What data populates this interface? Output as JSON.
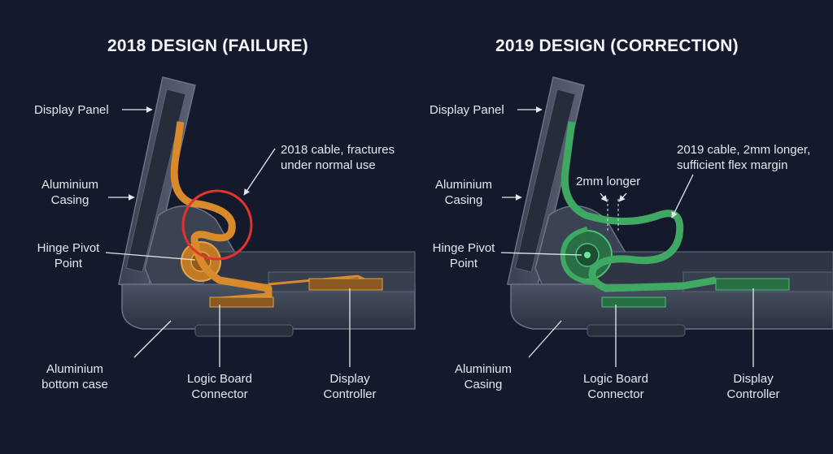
{
  "left_panel": {
    "title": "2018 DESIGN (FAILURE)",
    "labels": {
      "display_panel": "Display Panel",
      "aluminium_casing_1": "Aluminium",
      "aluminium_casing_2": "Casing",
      "hinge_pivot_1": "Hinge Pivot",
      "hinge_pivot_2": "Point",
      "cable_note_1": "2018 cable, fractures",
      "cable_note_2": "under normal use",
      "bottom_case_1": "Aluminium",
      "bottom_case_2": "bottom case",
      "logic_board_1": "Logic Board",
      "logic_board_2": "Connector",
      "display_controller_1": "Display",
      "display_controller_2": "Controller"
    },
    "cable_color": "#d98a2b",
    "highlight_color": "#e5322d"
  },
  "right_panel": {
    "title": "2019 DESIGN (CORRECTION)",
    "labels": {
      "display_panel": "Display Panel",
      "aluminium_casing_1": "Aluminium",
      "aluminium_casing_2": "Casing",
      "hinge_pivot_1": "Hinge Pivot",
      "hinge_pivot_2": "Point",
      "length_note": "2mm longer",
      "cable_note_1": "2019 cable, 2mm longer,",
      "cable_note_2": "sufficient flex margin",
      "bottom_case_1": "Aluminium",
      "bottom_case_2": "Casing",
      "logic_board_1": "Logic Board",
      "logic_board_2": "Connector",
      "display_controller_1": "Display",
      "display_controller_2": "Controller"
    },
    "cable_color": "#3fa862"
  }
}
